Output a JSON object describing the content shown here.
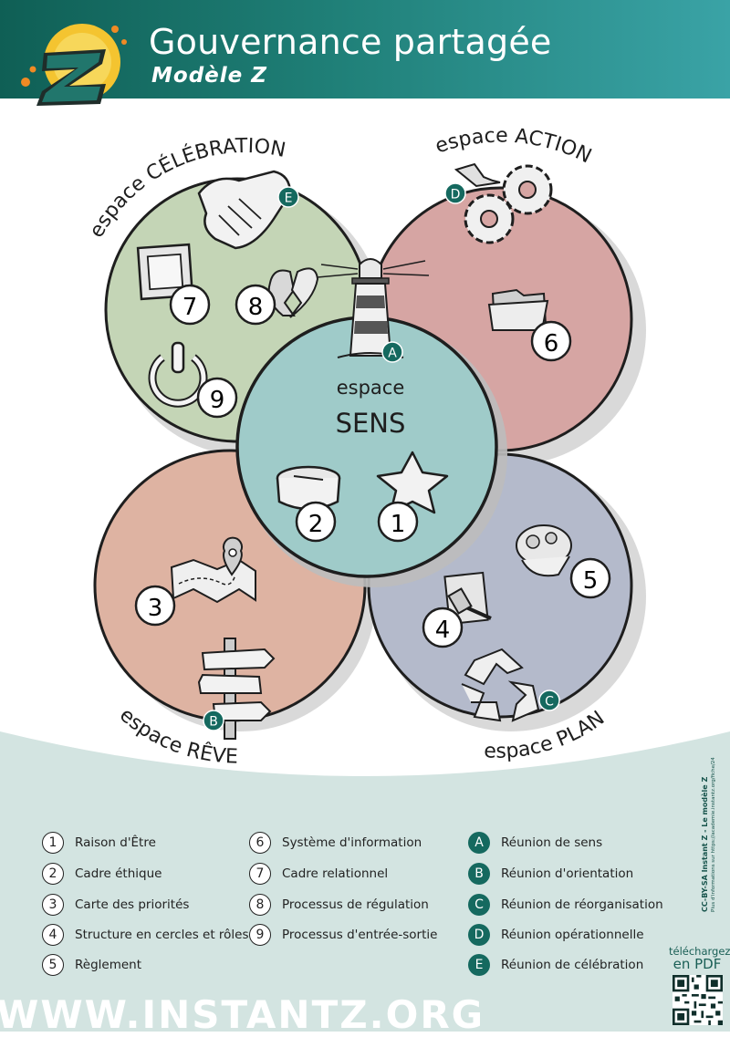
{
  "header": {
    "title": "Gouvernance partagée",
    "subtitle": "Modèle Z"
  },
  "spaces": {
    "celebration": "espace CÉLÉBRATION",
    "action": "espace ACTION",
    "reve": "espace RÊVE",
    "plan": "espace PLAN",
    "sens_top": "espace",
    "sens_bottom": "SENS"
  },
  "markers": {
    "numbers": [
      "1",
      "2",
      "3",
      "4",
      "5",
      "6",
      "7",
      "8",
      "9"
    ],
    "letters": [
      "A",
      "B",
      "C",
      "D",
      "E"
    ]
  },
  "legend": {
    "numbered": [
      {
        "num": "1",
        "label": "Raison d'Être"
      },
      {
        "num": "2",
        "label": "Cadre éthique"
      },
      {
        "num": "3",
        "label": "Carte des priorités"
      },
      {
        "num": "4",
        "label": "Structure en cercles et rôles"
      },
      {
        "num": "5",
        "label": "Règlement"
      },
      {
        "num": "6",
        "label": "Système d'information"
      },
      {
        "num": "7",
        "label": "Cadre relationnel"
      },
      {
        "num": "8",
        "label": "Processus de régulation"
      },
      {
        "num": "9",
        "label": "Processus d'entrée-sortie"
      }
    ],
    "lettered": [
      {
        "letter": "A",
        "label": "Réunion de sens"
      },
      {
        "letter": "B",
        "label": "Réunion d'orientation"
      },
      {
        "letter": "C",
        "label": "Réunion de réorganisation"
      },
      {
        "letter": "D",
        "label": "Réunion opérationnelle"
      },
      {
        "letter": "E",
        "label": "Réunion de célébration"
      }
    ]
  },
  "footer": {
    "website": "WWW.INSTANTZ.ORG",
    "license": "CC-BY-SA Instant Z - Le modèle Z",
    "license_info": "Plus d'informations sur https://academie.instantz.org/fiche/24",
    "download_top": "téléchargez",
    "download_bottom": "en PDF"
  },
  "colors": {
    "header_dark": "#0f5f55",
    "header_light": "#3aa3a6",
    "celebration": "#c4d5b6",
    "action": "#d6a5a3",
    "reve": "#deb3a2",
    "plan": "#b4bacb",
    "sens": "#9fcbc9",
    "badge": "#15695f",
    "footer": "#d3e4e1"
  }
}
